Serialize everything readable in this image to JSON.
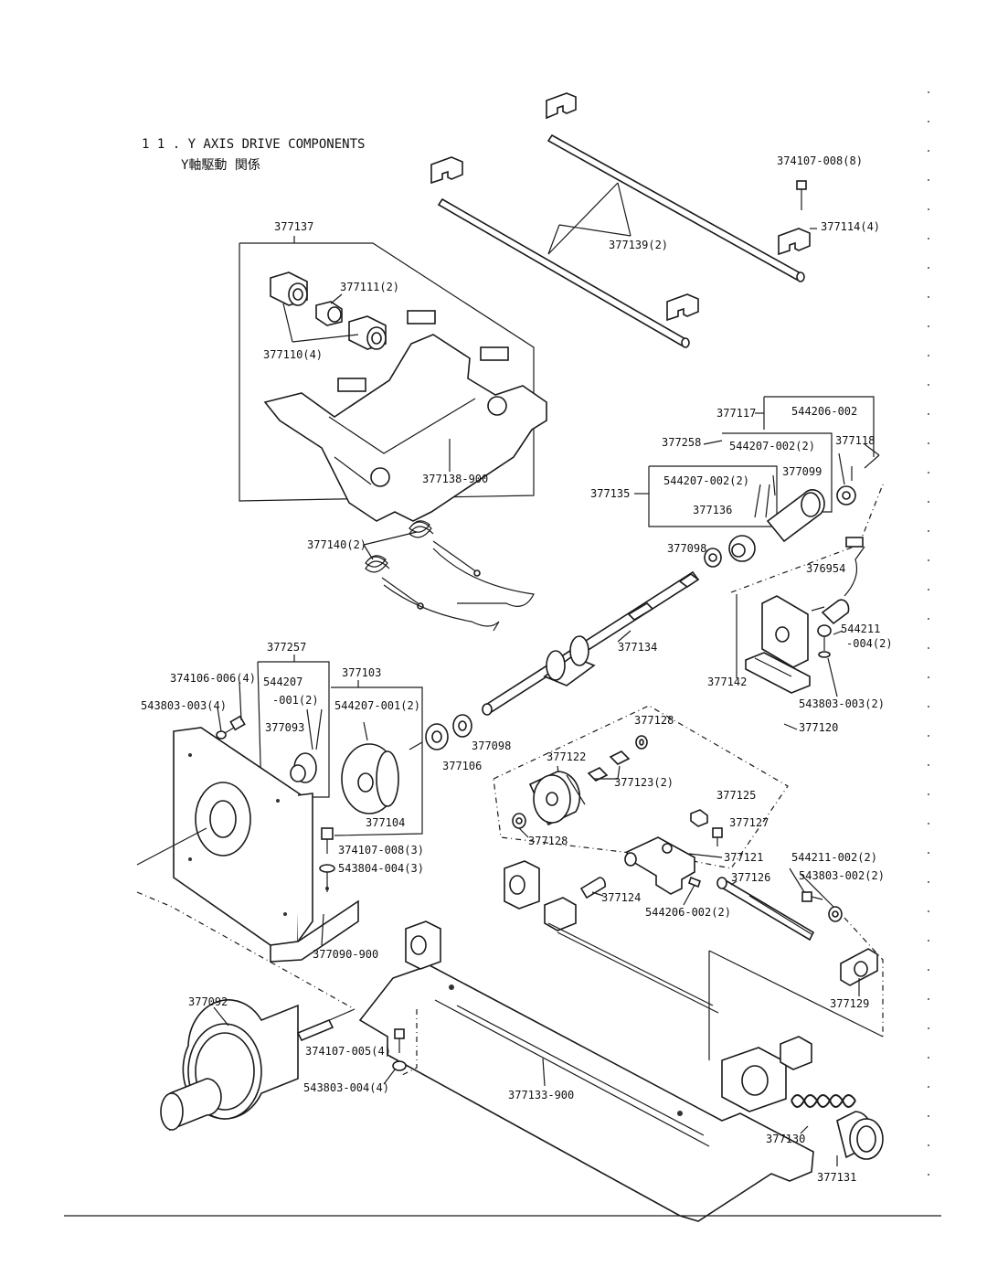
{
  "title": {
    "en": "1 1 . Y AXIS DRIVE COMPONENTS",
    "jp": "Y軸駆動 関係"
  },
  "labels": {
    "l374107_008_8": "374107-008(8)",
    "l377114_4": "377114(4)",
    "l377139_2": "377139(2)",
    "l377137": "377137",
    "l377111_2": "377111(2)",
    "l377110_4": "377110(4)",
    "l377138_900": "377138-900",
    "l377117": "377117",
    "l544206_002": "544206-002",
    "l377258": "377258",
    "l544207_002_2a": "544207-002(2)",
    "l377118": "377118",
    "l544207_002_2b": "544207-002(2)",
    "l377099": "377099",
    "l377135": "377135",
    "l377136": "377136",
    "l377098_top": "377098",
    "l377140_2": "377140(2)",
    "l376954": "376954",
    "l544211": "544211",
    "l004_2": "-004(2)",
    "l377134": "377134",
    "l377142": "377142",
    "l543803_003_2": "543803-003(2)",
    "l377120": "377120",
    "l377257": "377257",
    "l374106_006_4": "374106-006(4)",
    "l544207": "544207",
    "l001_2": "-001(2)",
    "l377103": "377103",
    "l543803_003_4": "543803-003(4)",
    "l377093": "377093",
    "l544207_001_2": "544207-001(2)",
    "l377098_mid": "377098",
    "l377106": "377106",
    "l377104": "377104",
    "l377128_top": "377128",
    "l377122": "377122",
    "l377123_2": "377123(2)",
    "l377125": "377125",
    "l377127": "377127",
    "l377128_bot": "377128",
    "l377121": "377121",
    "l374107_008_3": "374107-008(3)",
    "l543804_004_3": "543804-004(3)",
    "l544211_002_2": "544211-002(2)",
    "l543803_002_2": "543803-002(2)",
    "l377126": "377126",
    "l377124": "377124",
    "l544206_002_2": "544206-002(2)",
    "l377090_900": "377090-900",
    "l377129": "377129",
    "l377092": "377092",
    "l374107_005_4": "374107-005(4)",
    "l543803_004_4": "543803-004(4)",
    "l377133_900": "377133-900",
    "l377130": "377130",
    "l377131": "377131"
  }
}
